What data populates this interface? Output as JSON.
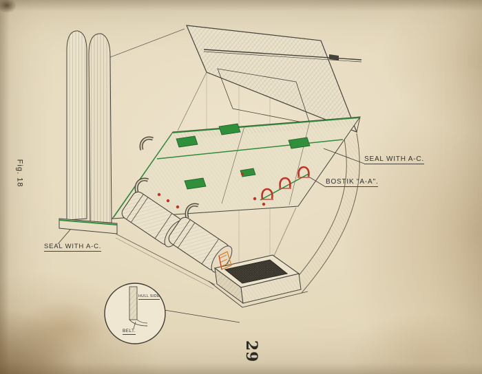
{
  "page": {
    "fig_label": "Fig. 18",
    "page_number": "29"
  },
  "annotations": {
    "seal_right": "SEAL WITH A-C.",
    "bostik": "BOSTIK \"A-A\".",
    "seal_left": "SEAL WITH A-C.",
    "hull_side": "HULL SIDE",
    "belt": "BELT."
  },
  "colors": {
    "paper": "#e3d6b8",
    "ink": "#3f3c33",
    "seal_green": "#2e8b3a",
    "clamp_red": "#c13222",
    "duct_orange": "#d9822b",
    "hatch_interior": "#36332a"
  }
}
